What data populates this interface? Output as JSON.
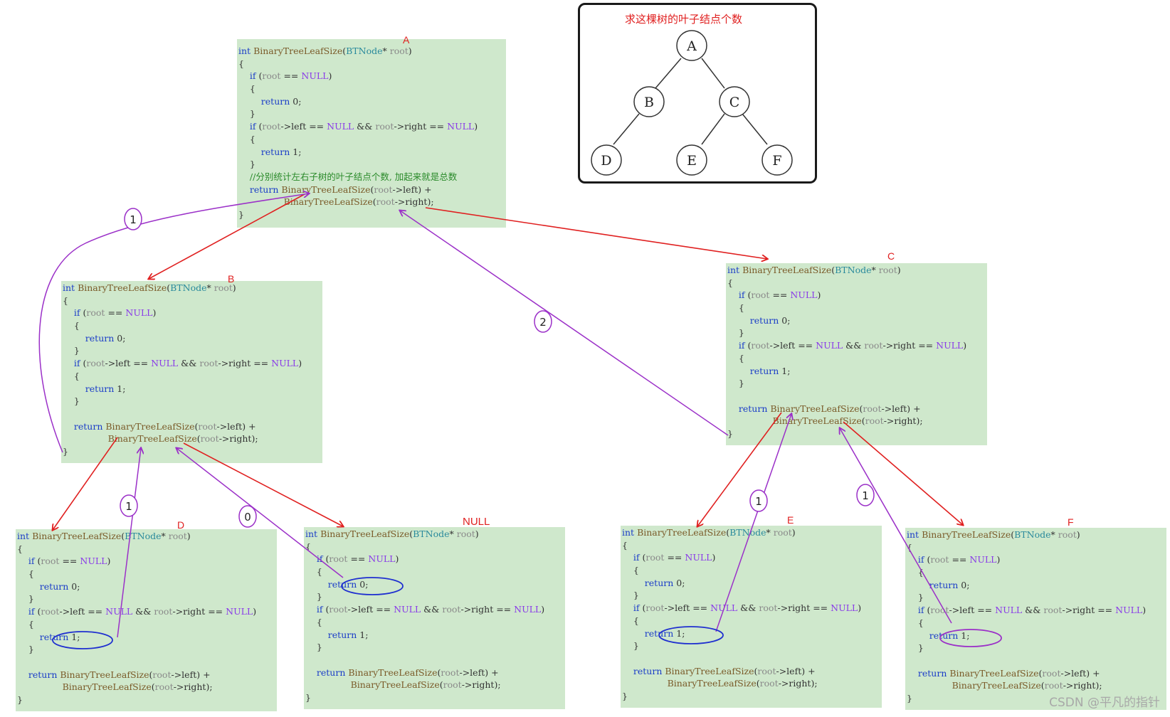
{
  "tree": {
    "title": "求这棵树的叶子结点个数",
    "nodes": [
      {
        "id": "A",
        "label": "A"
      },
      {
        "id": "B",
        "label": "B"
      },
      {
        "id": "C",
        "label": "C"
      },
      {
        "id": "D",
        "label": "D"
      },
      {
        "id": "E",
        "label": "E"
      },
      {
        "id": "F",
        "label": "F"
      }
    ],
    "edges": [
      [
        "A",
        "B"
      ],
      [
        "A",
        "C"
      ],
      [
        "B",
        "D"
      ],
      [
        "C",
        "E"
      ],
      [
        "C",
        "F"
      ]
    ]
  },
  "frame_labels": {
    "A": "A",
    "B": "B",
    "C": "C",
    "D": "D",
    "NULL": "NULL",
    "E": "E",
    "F": "F"
  },
  "code": {
    "signature_kw": "int",
    "signature_fn": "BinaryTreeLeafSize",
    "param_type": "BTNode",
    "param_rest": "* ",
    "param_name": "root",
    "open_paren": "(",
    "close_paren": ")",
    "open_brace": "{",
    "close_brace": "}",
    "if_kw": "if",
    "return_kw": "return",
    "root": "root",
    "eq": " == ",
    "null_kw": "NULL",
    "arrow_left": "->left",
    "arrow_right": "->right",
    "and_op": " && ",
    "zero": " 0;",
    "one": " 1;",
    "plus": " +",
    "end_stmt": ");",
    "comment": "//分别统计左右子树的叶子结点个数, 加起来就是总数"
  },
  "annotations": {
    "step_labels": [
      "1",
      "2",
      "1",
      "0",
      "1",
      "1"
    ]
  },
  "watermark": "CSDN @平凡的指针",
  "colors": {
    "box_bg": "#cfe8cc",
    "red_arrow": "#e02020",
    "purple_arrow": "#9b30c8",
    "blue_ellipse": "#1f2fd0",
    "label_red": "#e02020"
  }
}
